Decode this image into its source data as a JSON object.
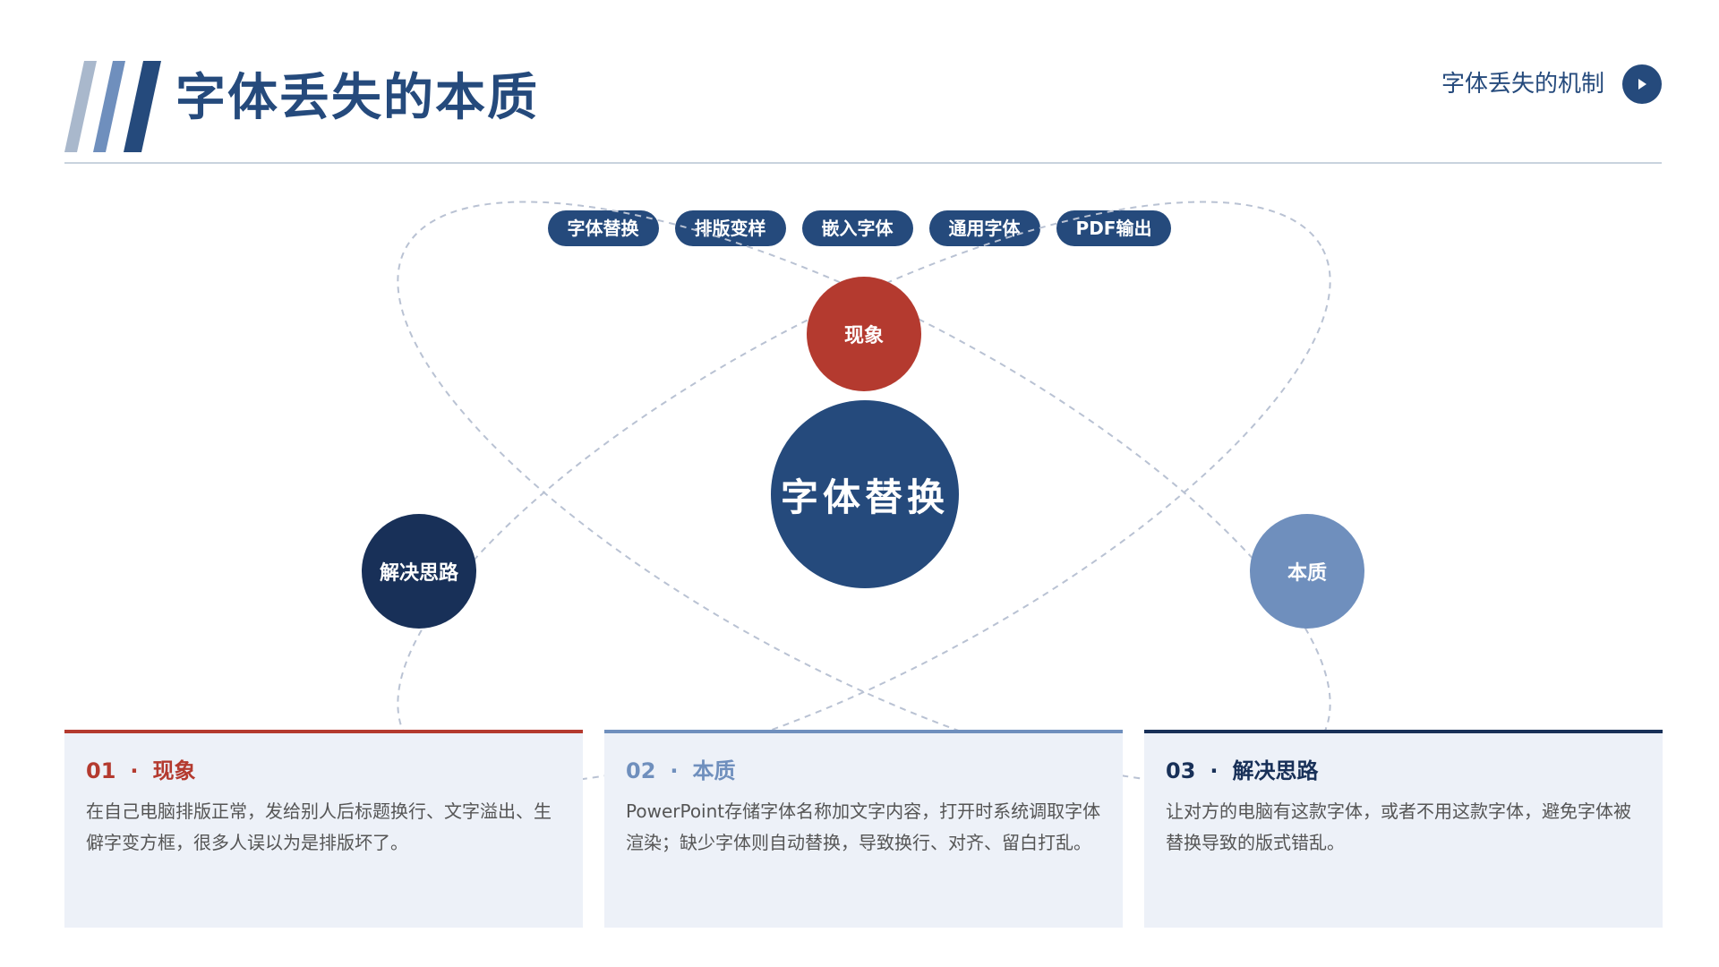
{
  "header": {
    "title": "字体丢失的本质",
    "nav_label": "字体丢失的机制",
    "stripe_colors": [
      "#a9b8cc",
      "#6f8fbd",
      "#254a7c"
    ]
  },
  "tags": [
    "字体替换",
    "排版变样",
    "嵌入字体",
    "通用字体",
    "PDF输出"
  ],
  "diagram": {
    "center": "字体替换",
    "top": "现象",
    "left": "解决思路",
    "right": "本质"
  },
  "cards": [
    {
      "number": "01",
      "separator": "·",
      "title": "现象",
      "body": "在自己电脑排版正常，发给别人后标题换行、文字溢出、生僻字变方框，很多人误以为是排版坏了。"
    },
    {
      "number": "02",
      "separator": "·",
      "title": "本质",
      "body": "PowerPoint存储字体名称加文字内容，打开时系统调取字体渲染；缺少字体则自动替换，导致换行、对齐、留白打乱。"
    },
    {
      "number": "03",
      "separator": "·",
      "title": "解决思路",
      "body": "让对方的电脑有这款字体，或者不用这款字体，避免字体被替换导致的版式错乱。"
    }
  ],
  "colors": {
    "primary": "#254a7c",
    "dark": "#183058",
    "red": "#b43a2f",
    "light_blue": "#6f8fbd",
    "card_bg": "#edf1f8",
    "divider": "#c9d3de"
  }
}
